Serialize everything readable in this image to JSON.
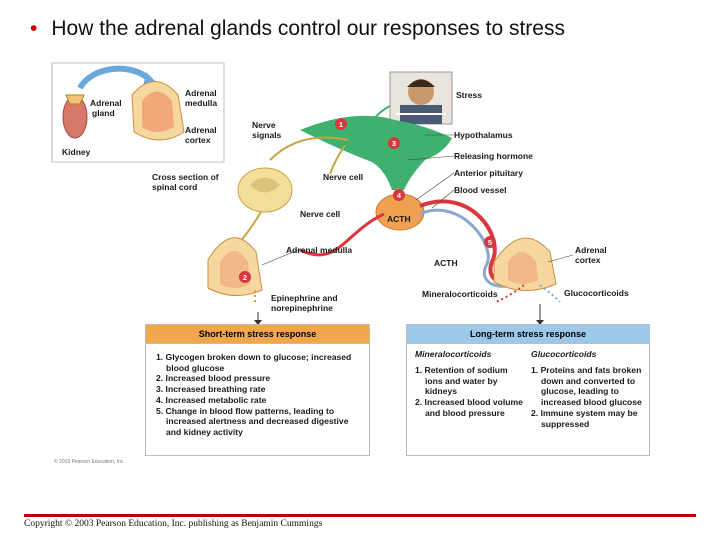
{
  "slide": {
    "title": "How the adrenal glands control our responses to stress"
  },
  "diagram": {
    "inset_labels": {
      "adrenal_gland": "Adrenal gland",
      "kidney": "Kidney",
      "adrenal_medulla": "Adrenal medulla",
      "adrenal_cortex": "Adrenal cortex"
    },
    "labels": {
      "stress": "Stress",
      "hypothalamus": "Hypothalamus",
      "releasing_hormone": "Releasing hormone",
      "anterior_pituitary": "Anterior pituitary",
      "blood_vessel": "Blood vessel",
      "nerve_signals": "Nerve signals",
      "nerve_cell_upper": "Nerve cell",
      "cross_section": "Cross section of spinal cord",
      "nerve_cell_lower": "Nerve cell",
      "acth_gland": "ACTH",
      "acth_vessel": "ACTH",
      "adrenal_medulla": "Adrenal medulla",
      "adrenal_cortex": "Adrenal cortex",
      "epinephrine": "Epinephrine and norepinephrine",
      "mineralocorticoids": "Mineralocorticoids",
      "glucocorticoids": "Glucocorticoids"
    },
    "steps": [
      "1",
      "2",
      "3",
      "4",
      "5"
    ],
    "colors": {
      "hypothalamus": "#3fb06e",
      "step_circle": "#d9363e",
      "medulla": "#f2b888",
      "cortex": "#f6d7a0",
      "nerve": "#c8a440",
      "short_header": "#f4a64a",
      "long_header": "#9cc8ea"
    }
  },
  "short_term": {
    "title": "Short-term stress response",
    "items": [
      "1. Glycogen broken down to glucose; increased blood glucose",
      "2. Increased blood pressure",
      "3. Increased breathing rate",
      "4. Increased metabolic rate",
      "5. Change in blood flow patterns, leading to increased alertness and decreased digestive and kidney activity"
    ]
  },
  "long_term": {
    "title": "Long-term stress response",
    "mineralocorticoids": {
      "heading": "Mineralocorticoids",
      "items": [
        "1. Retention of sodium ions and water by kidneys",
        "2. Increased blood volume and blood pressure"
      ]
    },
    "glucocorticoids": {
      "heading": "Glucocorticoids",
      "items": [
        "1. Proteins and fats broken down and converted to glucose, leading to increased blood glucose",
        "2. Immune system may be suppressed"
      ]
    }
  },
  "figure_credit": "© 2013 Pearson Education, Inc.",
  "footer": {
    "copyright": "Copyright © 2003 Pearson Education, Inc. publishing as Benjamin Cummings"
  }
}
